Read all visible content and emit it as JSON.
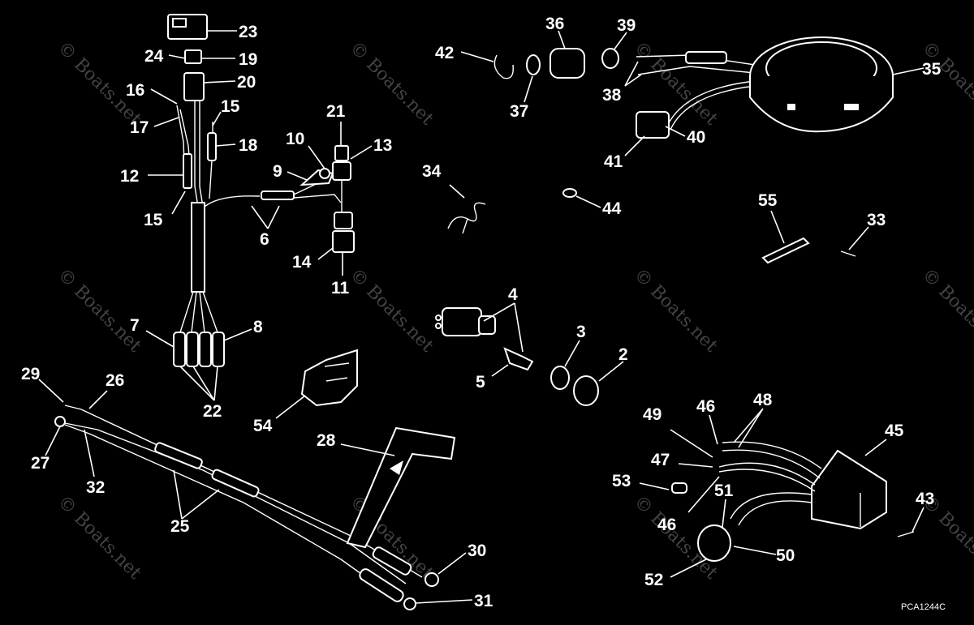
{
  "diagram": {
    "code": "PCA1244C",
    "watermark": "© Boats.net",
    "labels": [
      "23",
      "24",
      "19",
      "20",
      "16",
      "15",
      "17",
      "18",
      "12",
      "15",
      "21",
      "10",
      "13",
      "9",
      "6",
      "14",
      "11",
      "7",
      "8",
      "22",
      "29",
      "26",
      "27",
      "32",
      "25",
      "28",
      "30",
      "31",
      "54",
      "34",
      "44",
      "4",
      "5",
      "3",
      "2",
      "42",
      "36",
      "39",
      "37",
      "38",
      "35",
      "40",
      "41",
      "55",
      "33",
      "49",
      "46",
      "48",
      "45",
      "47",
      "53",
      "51",
      "46",
      "50",
      "52",
      "43"
    ]
  }
}
